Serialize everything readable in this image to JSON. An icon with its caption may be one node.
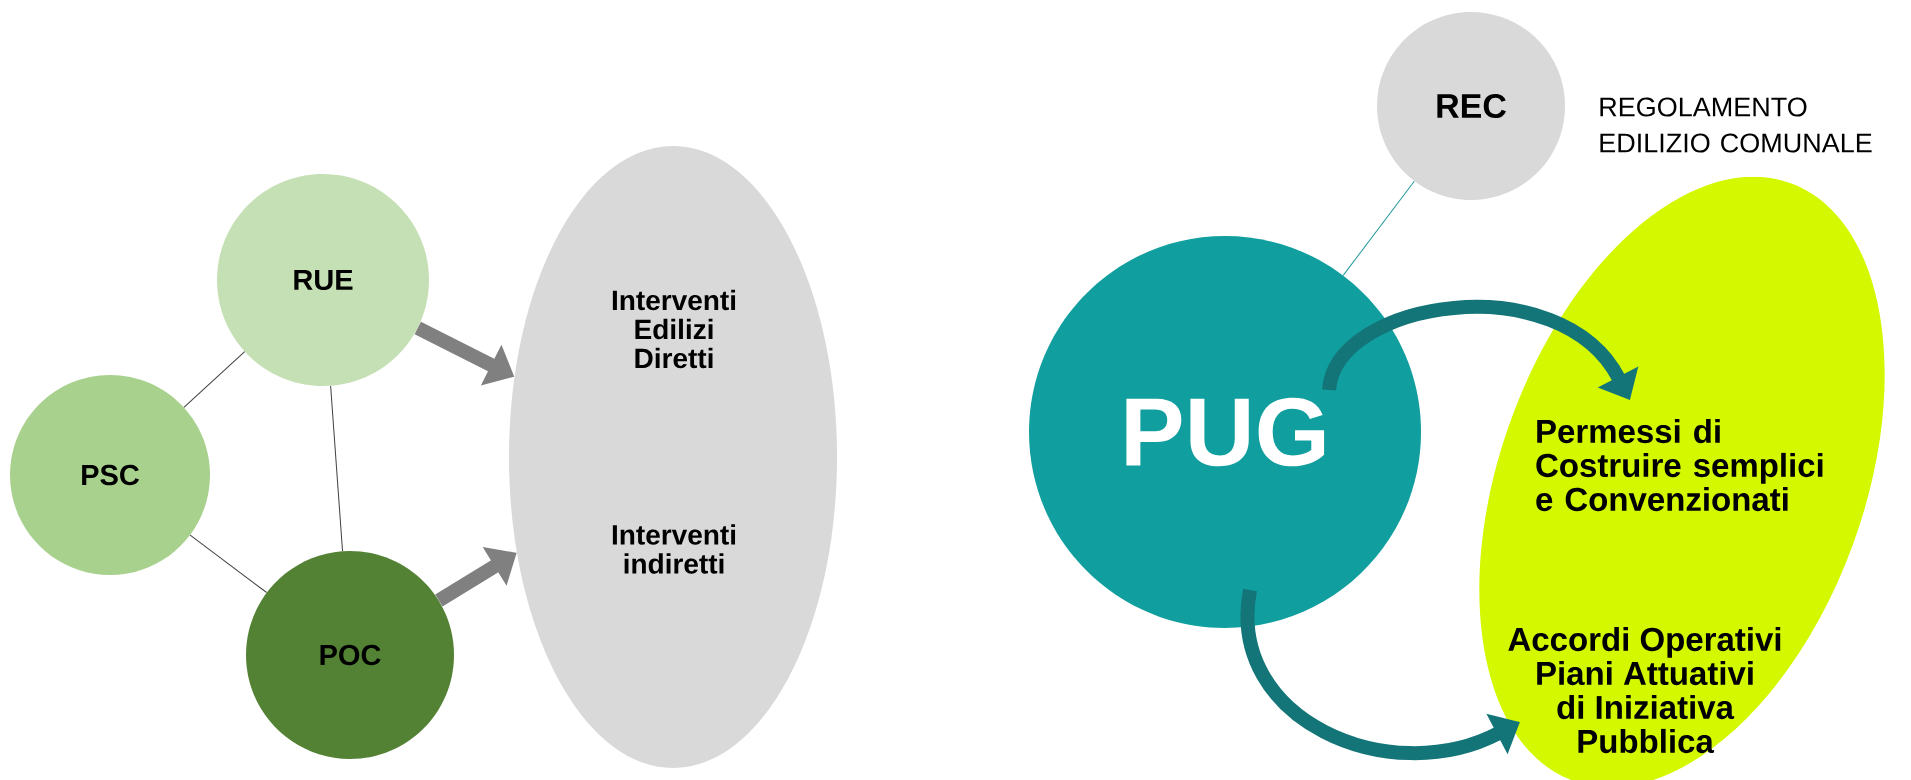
{
  "diagram": {
    "nodes": [
      {
        "text": [
          "RUE"
        ]
      },
      {
        "text": [
          "PSC"
        ]
      },
      {
        "text": [
          "POC"
        ]
      },
      {
        "text": [
          "Interventi Edilizi Diretti",
          "Interventi indiretti"
        ]
      },
      {
        "text": [
          "REC"
        ],
        "beside": [
          "REGOLAMENTO EDILIZIO COMUNALE"
        ]
      },
      {
        "text": [
          "PUG"
        ]
      },
      {
        "text": [
          "Permessi di Costruire semplici e Convenzionati",
          "Accordi Operativi Piani Attuativi di Iniziativa Pubblica"
        ]
      }
    ],
    "edges": [
      {
        "from": 1,
        "to": 0,
        "arrow": "none"
      },
      {
        "from": 1,
        "to": 2,
        "arrow": "none"
      },
      {
        "from": 0,
        "to": 2,
        "arrow": "none"
      },
      {
        "from": 0,
        "to": 3,
        "arrow": "to",
        "style": "thick",
        "color": "#808080"
      },
      {
        "from": 2,
        "to": 3,
        "arrow": "to",
        "style": "thick",
        "color": "#808080"
      },
      {
        "from": 4,
        "to": 5,
        "arrow": "none",
        "color": "#1f9a9c"
      },
      {
        "from": 5,
        "to": 6,
        "arrow": "to",
        "style": "thick",
        "color": "#137577"
      },
      {
        "from": 5,
        "to": 6,
        "arrow": "to",
        "style": "thick",
        "color": "#137577"
      }
    ]
  }
}
